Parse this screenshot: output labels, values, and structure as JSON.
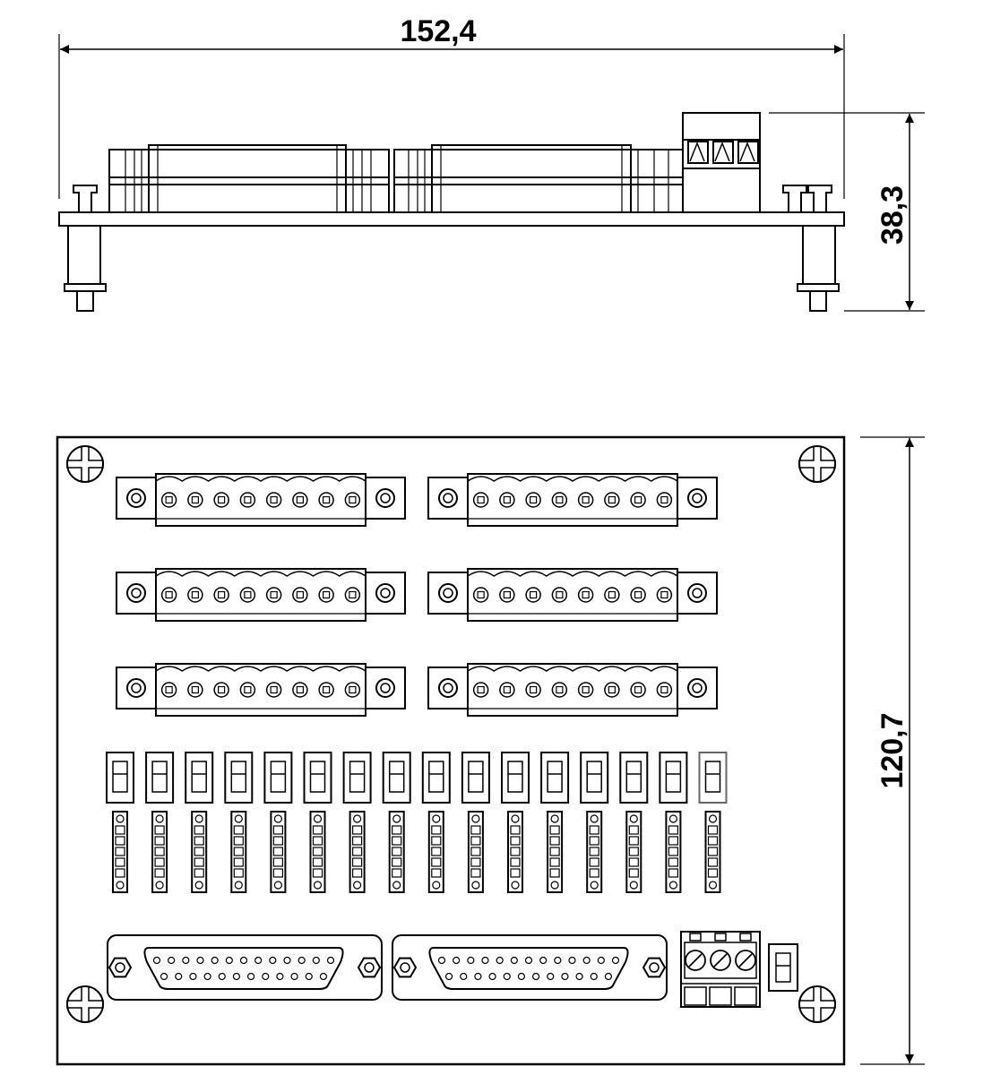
{
  "dimensions": {
    "width": "152,4",
    "side_height": "38,3",
    "top_height": "120,7"
  },
  "counts": {
    "terminal_strips_per_row": 2,
    "terminal_strip_rows": 3,
    "screws_per_strip": 8,
    "switch_channels": 16,
    "sub_d_connectors": 2,
    "sub_d_pins_top_row": 13,
    "sub_d_pins_bottom_row": 12,
    "power_terminal_screws": 3
  },
  "colors": {
    "line": "#000000",
    "background": "#ffffff"
  }
}
